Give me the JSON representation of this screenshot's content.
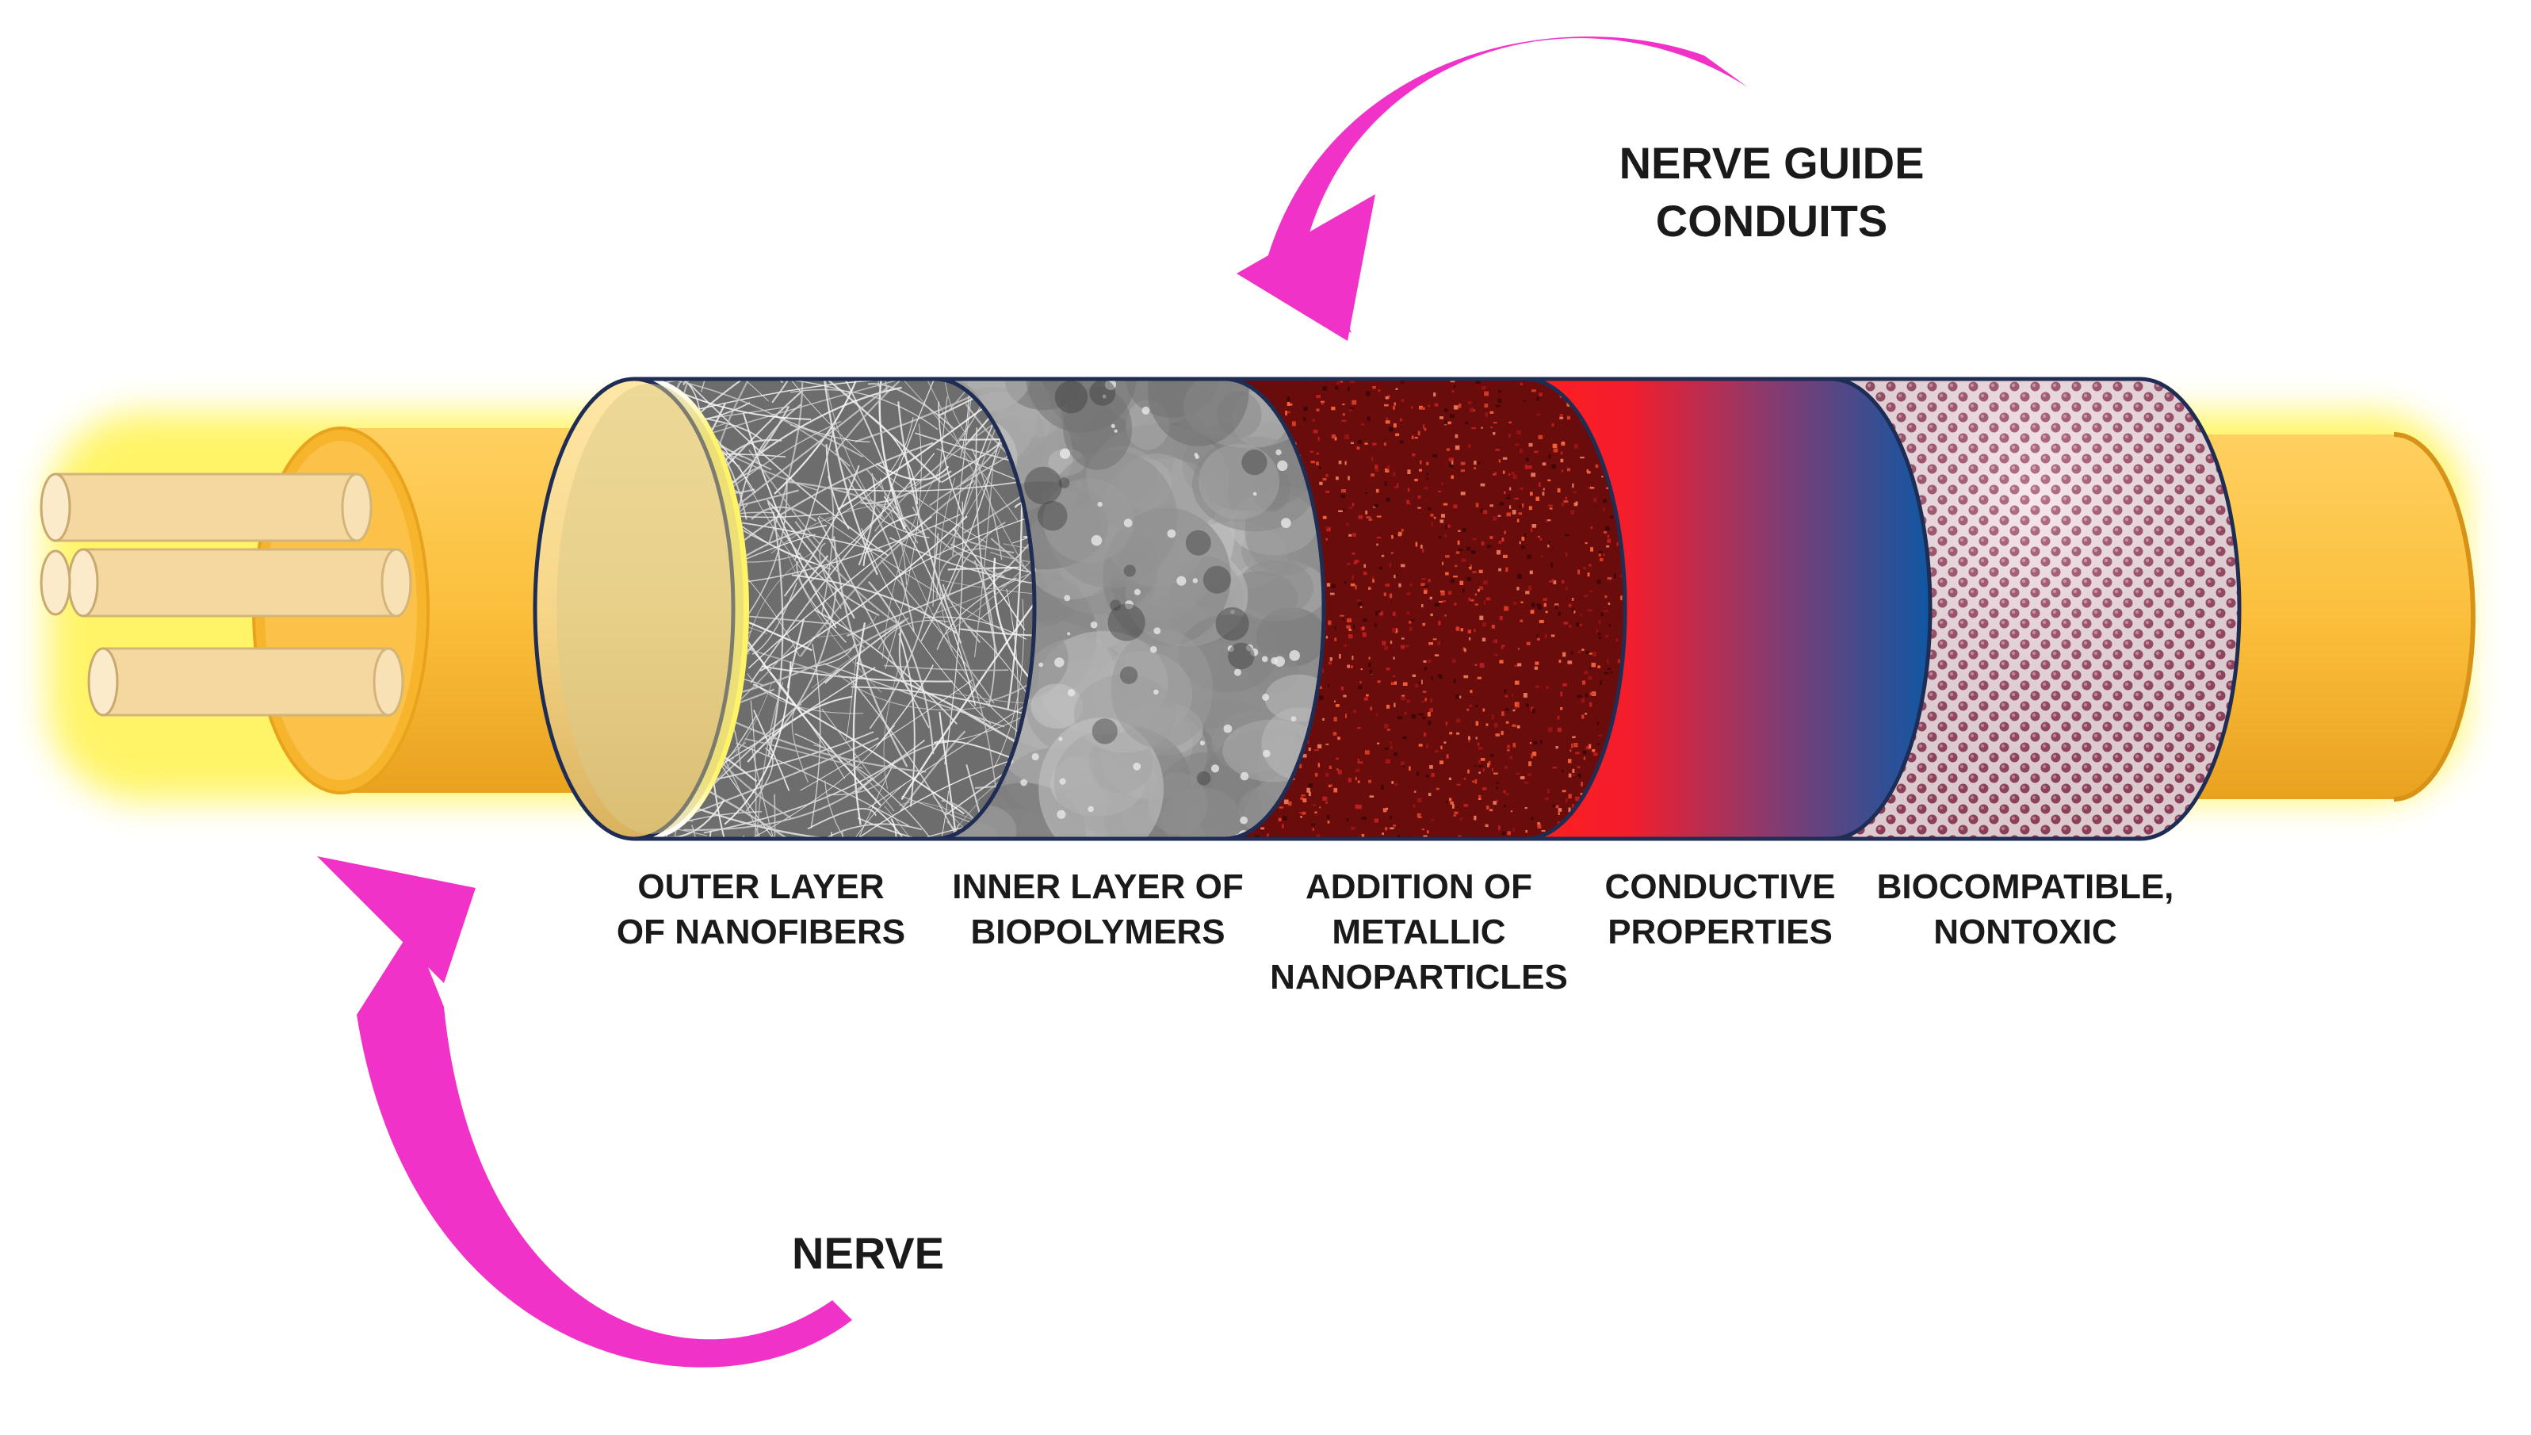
{
  "labels": {
    "conduits": [
      "NERVE GUIDE",
      "CONDUITS"
    ],
    "nerve": [
      "NERVE"
    ],
    "segments": [
      [
        "OUTER LAYER",
        "OF NANOFIBERS"
      ],
      [
        "INNER LAYER OF",
        "BIOPOLYMERS"
      ],
      [
        "ADDITION OF",
        "METALLIC",
        "NANOPARTICLES"
      ],
      [
        "CONDUCTIVE",
        "PROPERTIES"
      ],
      [
        "BIOCOMPATIBLE,",
        "NONTOXIC"
      ]
    ]
  },
  "colors": {
    "nerve": "#FBBF3C",
    "glow": "#FFF34D",
    "arrow": "#F032C8",
    "outline": "#1F2D55",
    "nanofiber_bg": "#6d6d6d",
    "biopolymer_bg": "#8e8e8e",
    "metallic_bg": "#7a1010",
    "conductive_start": "#FF1E1E",
    "conductive_end": "#0F57A3",
    "biocompatible_bg": "#F2DDE3",
    "biocompatible_dot": "#9A4461"
  }
}
